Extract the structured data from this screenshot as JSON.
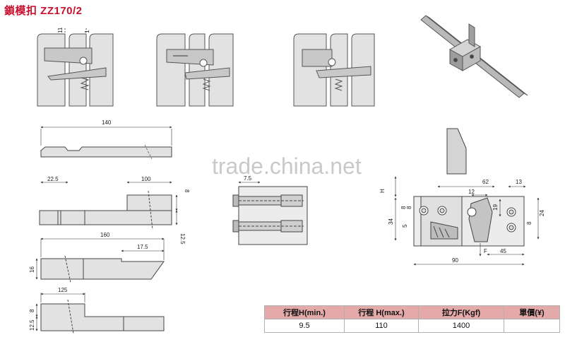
{
  "title": "鎖模扣 ZZ170/2",
  "watermark": "trade.china.net",
  "colors": {
    "title": "#c8102e",
    "table_header": "#e4a9a9",
    "part_fill": "#e2e2e2",
    "line": "#333333"
  },
  "dims": {
    "slot_a": "11",
    "slot_b": "1",
    "rail_len": "140",
    "rail_22": "22.5",
    "rail_100": "100",
    "rail_8": "8",
    "rail_12": "12.5",
    "bar_len": "160",
    "bar_17": "17.5",
    "bar_16": "16",
    "blk_125": "125",
    "blk_8": "8",
    "blk_12": "12.5",
    "mid_7": "7.5",
    "asm_H": "H",
    "asm_62": "62",
    "asm_13": "13",
    "asm_12": "12",
    "asm_8a": "8",
    "asm_8b": "8",
    "asm_19": "19",
    "asm_34": "34",
    "asm_5": "5",
    "asm_8c": "8",
    "asm_24": "24",
    "asm_F": "F",
    "asm_45": "45",
    "asm_90": "90"
  },
  "table": {
    "headers": [
      "行程H(min.)",
      "行程 H(max.)",
      "拉力F(Kgf)",
      "單價(¥)"
    ],
    "values": [
      "9.5",
      "110",
      "1400",
      ""
    ]
  }
}
